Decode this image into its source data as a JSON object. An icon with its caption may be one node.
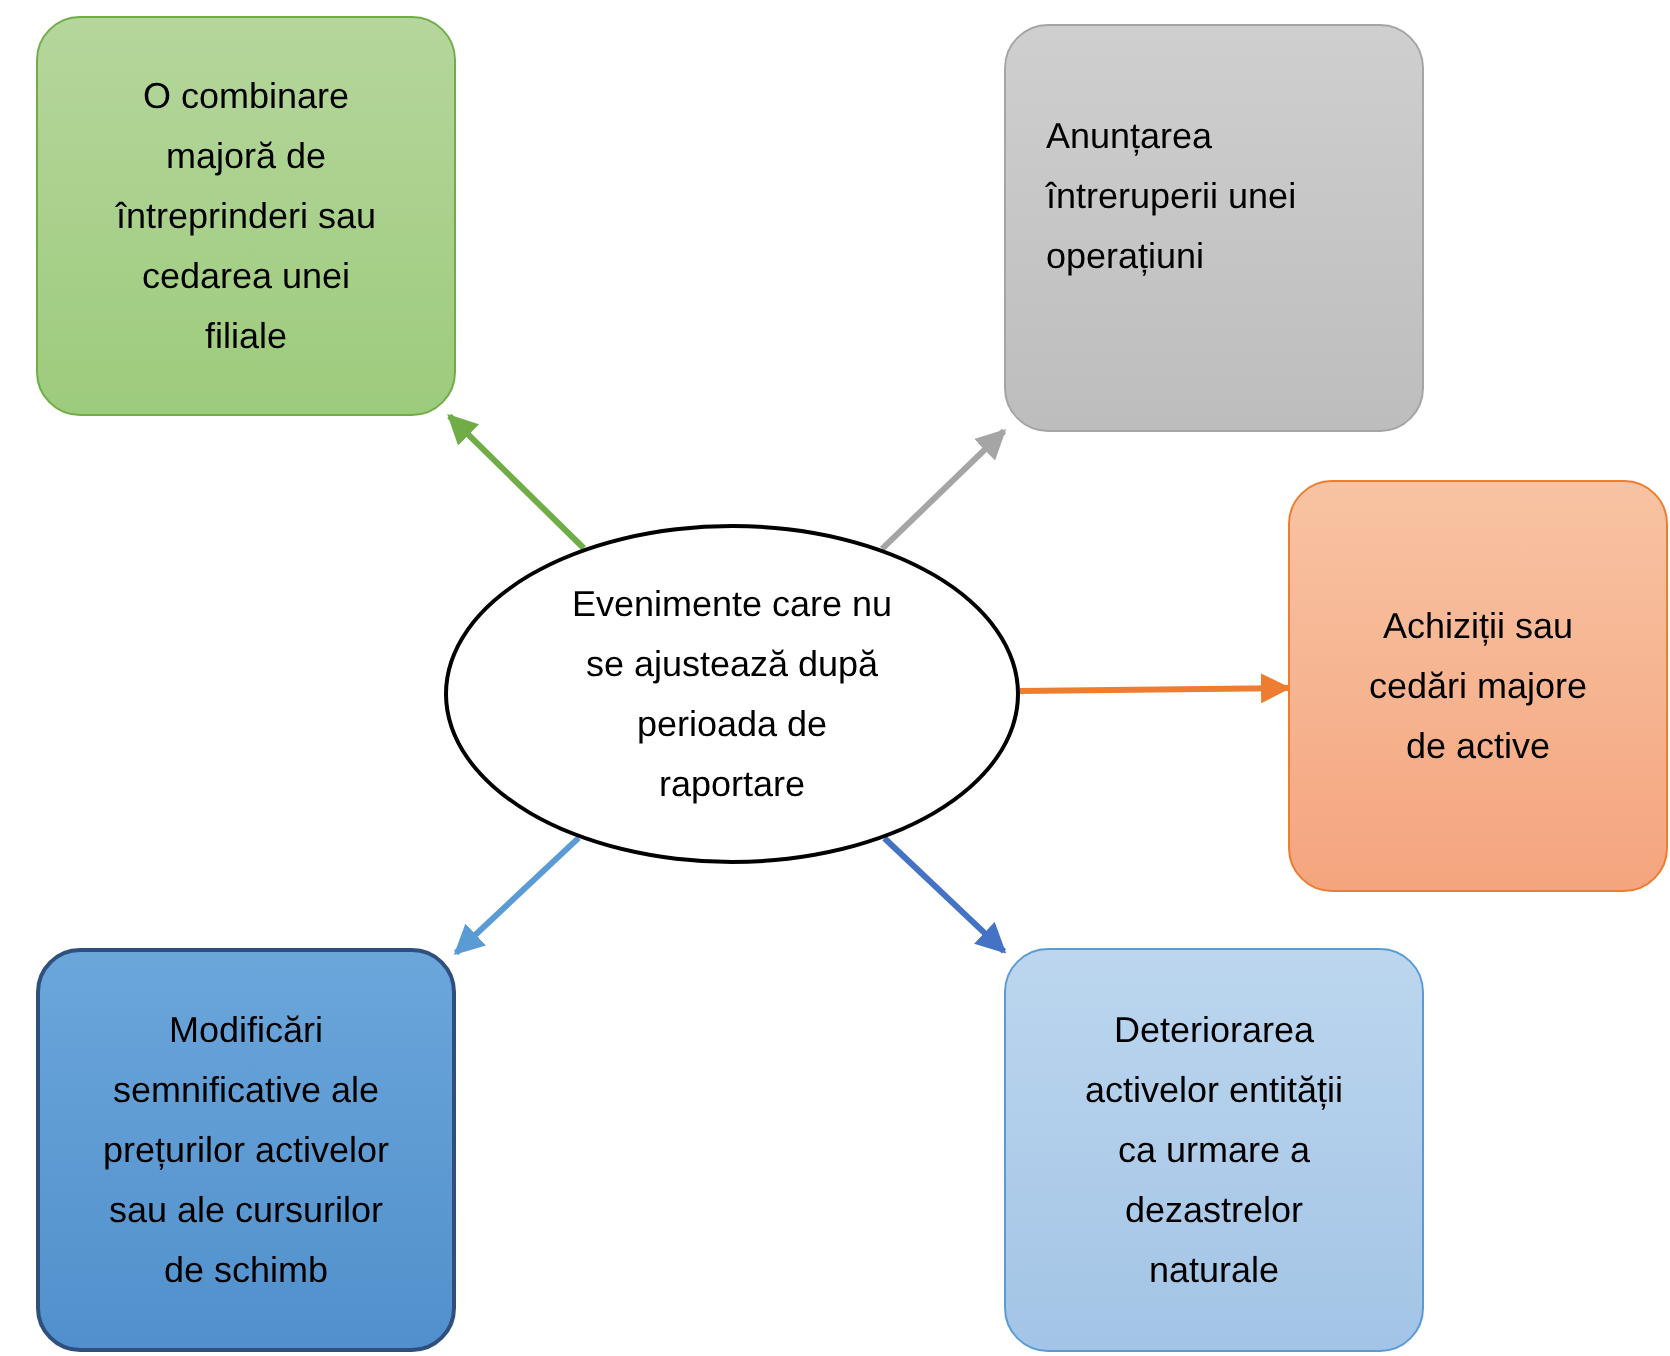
{
  "diagram": {
    "nodes": [
      {
        "text": [
          "Evenimente care nu se ajustează după perioada de raportare"
        ]
      },
      {
        "text": [
          "O combinare majoră de întreprinderi sau cedarea unei filiale"
        ]
      },
      {
        "text": [
          "Anunțarea întreruperii unei operațiuni"
        ]
      },
      {
        "text": [
          "Achiziții sau cedări majore de active"
        ]
      },
      {
        "text": [
          "Modificări semnificative ale prețurilor activelor sau ale cursurilor de schimb"
        ]
      },
      {
        "text": [
          "Deteriorarea activelor entității ca urmare a dezastrelor naturale"
        ]
      }
    ],
    "edges": [
      {
        "from": 0,
        "to": 1,
        "arrow": "to",
        "color": "#70ad47"
      },
      {
        "from": 0,
        "to": 2,
        "arrow": "to",
        "color": "#a5a5a5"
      },
      {
        "from": 0,
        "to": 3,
        "arrow": "to",
        "color": "#ed7d31"
      },
      {
        "from": 0,
        "to": 4,
        "arrow": "to",
        "color": "#5b9bd5"
      },
      {
        "from": 0,
        "to": 5,
        "arrow": "to",
        "color": "#4472c4"
      }
    ]
  }
}
